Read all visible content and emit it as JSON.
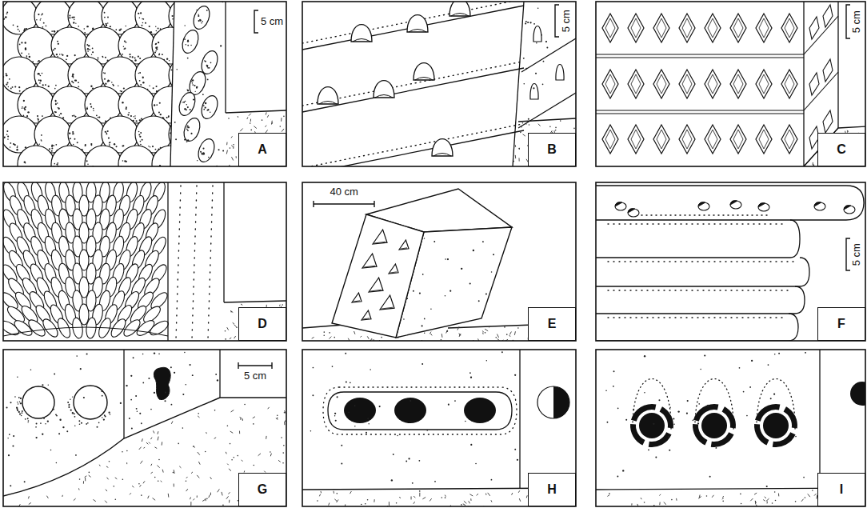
{
  "diagram": {
    "nodes": [
      {
        "text": [
          "A"
        ]
      },
      {
        "text": [
          "B"
        ]
      },
      {
        "text": [
          "C"
        ]
      },
      {
        "text": [
          "D"
        ]
      },
      {
        "text": [
          "E"
        ]
      },
      {
        "text": [
          "F"
        ]
      },
      {
        "text": [
          "G"
        ]
      },
      {
        "text": [
          "H"
        ]
      },
      {
        "text": [
          "I"
        ]
      }
    ],
    "labels": [
      "5 cm",
      "5 cm",
      "5 cm",
      "40 cm",
      "5 cm",
      "5 cm"
    ]
  }
}
